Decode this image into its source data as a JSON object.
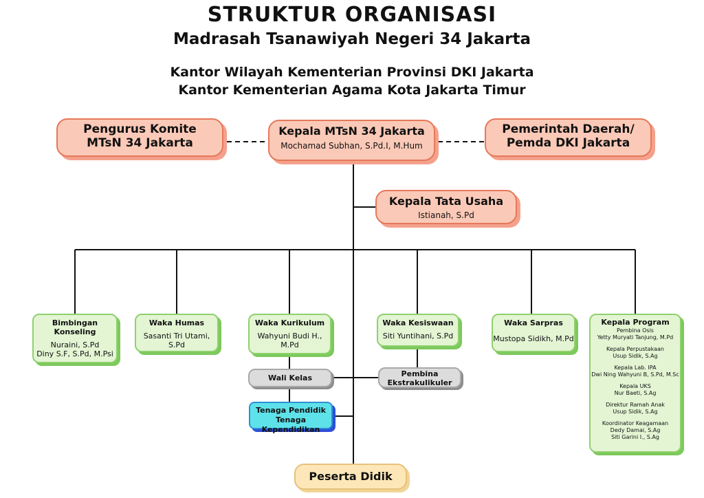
{
  "header": {
    "title": "STRUKTUR ORGANISASI",
    "school": "Madrasah Tsanawiyah Negeri 34 Jakarta",
    "office1": "Kantor Wilayah Kementerian Provinsi DKI Jakarta",
    "office2": "Kantor Kementerian Agama Kota Jakarta Timur"
  },
  "top": {
    "komite": {
      "line1": "Pengurus Komite",
      "line2": "MTsN 34 Jakarta"
    },
    "kepala": {
      "title": "Kepala MTsN 34 Jakarta",
      "name": "Mochamad Subhan, S.Pd.I, M.Hum"
    },
    "pemda": {
      "line1": "Pemerintah Daerah/",
      "line2": "Pemda DKI Jakarta"
    }
  },
  "tata_usaha": {
    "title": "Kepala Tata Usaha",
    "name": "Istianah, S.Pd"
  },
  "units": {
    "bk": {
      "title": "Bimbingan Konseling",
      "name1": "Nuraini, S.Pd",
      "name2": "Diny S.F, S.Pd, M.Psi"
    },
    "humas": {
      "title": "Waka Humas",
      "name1": "Sasanti Tri Utami,",
      "name2": "S.Pd"
    },
    "kurikulum": {
      "title": "Waka Kurikulum",
      "name1": "Wahyuni Budi H.,",
      "name2": "M.Pd"
    },
    "kesiswaan": {
      "title": "Waka Kesiswaan",
      "name1": "Siti Yuntihani, S.Pd"
    },
    "sarpras": {
      "title": "Waka Sarpras",
      "name1": "Mustopa Sidikh, M.Pd"
    },
    "program": {
      "title": "Kepala Program",
      "sections": [
        {
          "role": "Pembina Osis",
          "names": [
            "Yetty Muryati Tanjung, M.Pd"
          ]
        },
        {
          "role": "Kepala Perpustakaan",
          "names": [
            "Usup Sidik, S.Ag"
          ]
        },
        {
          "role": "Kepala Lab. IPA",
          "names": [
            "Dwi Ning Wahyuni B, S.Pd, M.Sc"
          ]
        },
        {
          "role": "Kepala UKS",
          "names": [
            "Nur Baeti, S.Ag"
          ]
        },
        {
          "role": "Direktur Ramah Anak",
          "names": [
            "Usup Sidik, S.Ag"
          ]
        },
        {
          "role": "Koordinator Keagamaan",
          "names": [
            "Dedy Damai, S.Ag",
            "Siti Garini I., S.Ag"
          ]
        }
      ]
    }
  },
  "wali_kelas": "Wali Kelas",
  "ekstra": {
    "line1": "Pembina",
    "line2": "Ekstrakulikuler"
  },
  "tenaga": {
    "line1": "Tenaga Pendidik",
    "line2": "Tenaga Kependidikan"
  },
  "peserta": "Peserta Didik"
}
